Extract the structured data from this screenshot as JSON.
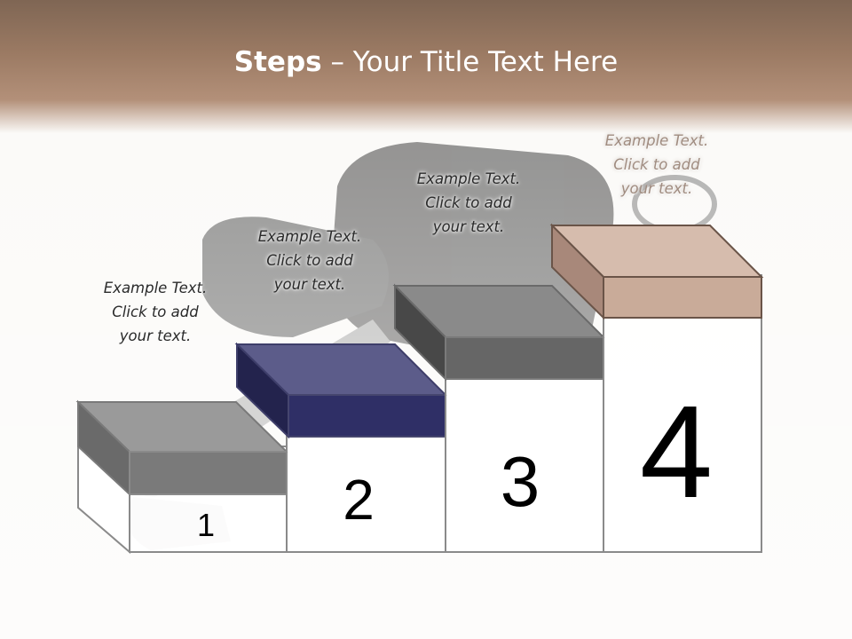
{
  "title": {
    "bold": "Steps",
    "rest": " – Your Title Text Here"
  },
  "steps": [
    {
      "number": "1",
      "caption": [
        "Example Text.",
        "Click  to add",
        "your text."
      ],
      "color": "#6e6e6e"
    },
    {
      "number": "2",
      "caption": [
        "Example Text.",
        "Click  to add",
        "your text."
      ],
      "color": "#2f2f66"
    },
    {
      "number": "3",
      "caption": [
        "Example Text.",
        "Click  to add",
        "your text."
      ],
      "color": "#666666"
    },
    {
      "number": "4",
      "caption": [
        "Example Text.",
        "Click  to add",
        "your text."
      ],
      "color": "#c9ab99"
    }
  ],
  "colors": {
    "header": "#9b7a63",
    "background": "#fbfaf8"
  }
}
